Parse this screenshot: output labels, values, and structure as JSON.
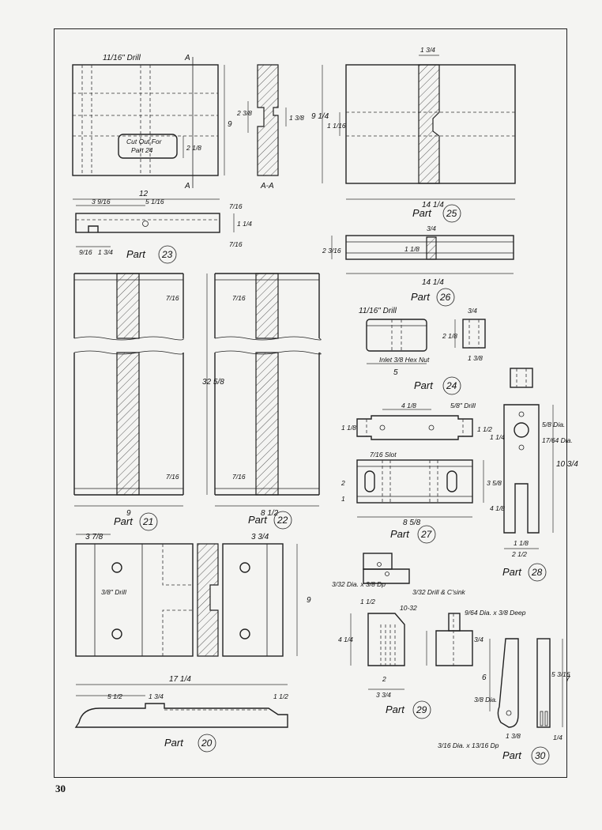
{
  "page_number": "30",
  "parts": [
    {
      "id": "23",
      "prefix": "Part",
      "number": "23"
    },
    {
      "id": "25",
      "prefix": "Part",
      "number": "25"
    },
    {
      "id": "26",
      "prefix": "Part",
      "number": "26"
    },
    {
      "id": "24",
      "prefix": "Part",
      "number": "24"
    },
    {
      "id": "21",
      "prefix": "Part",
      "number": "21"
    },
    {
      "id": "22",
      "prefix": "Part",
      "number": "22"
    },
    {
      "id": "27",
      "prefix": "Part",
      "number": "27"
    },
    {
      "id": "28",
      "prefix": "Part",
      "number": "28"
    },
    {
      "id": "29",
      "prefix": "Part",
      "number": "29"
    },
    {
      "id": "30",
      "prefix": "Part",
      "number": "30"
    },
    {
      "id": "20",
      "prefix": "Part",
      "number": "20"
    }
  ],
  "notes": {
    "drill_11_16": "11/16\" Drill",
    "cutout_line1": "Cut Out For",
    "cutout_line2": "Part 24",
    "section_a": "A",
    "section_aa": "A-A",
    "inlet_hex": "Inlet 3/8 Hex Nut",
    "slot": "7/16 Slot",
    "drill_5_8": "5/8\" Drill",
    "drill_3_8": "3/8\" Drill",
    "dia_5_8": "5/8 Dia.",
    "dia_17_64": "17/64 Dia.",
    "tap_10_32": "10-32",
    "dia_deep": "9/64 Dia. x 3/8 Deep",
    "drill_csink": "3/32 Drill & C'sink",
    "dia_dp_29": "3/32 Dia. x 3/8 Dp",
    "dia_30": "3/8 Dia.",
    "dia_dp_30": "3/16 Dia. x 13/16 Dp"
  },
  "dimensions": {
    "d9": "9",
    "d2_3_8": "2 3/8",
    "d1_3_8": "1 3/8",
    "d2_1_8": "2 1/8",
    "d1_3_4_top": "1 3/4",
    "d9_1_4": "9 1/4",
    "d1_1_16": "1 1/16",
    "d14_1_4": "14 1/4",
    "d12": "12",
    "d3_9_16": "3 9/16",
    "d5_1_16": "5 1/16",
    "d7_16": "7/16",
    "d1_1_4": "1 1/4",
    "d9_16": "9/16",
    "d1_3_4": "1 3/4",
    "d2_3_16": "2 3/16",
    "d1_1_8": "1 1/8",
    "d3_4": "3/4",
    "d14_1_4b": "14 1/4",
    "d2_1_8b": "2 1/8",
    "d5": "5",
    "d1_3_8b": "1 3/8",
    "d3_4b": "3/4",
    "d32_5_8": "32 5/8",
    "d8_1_2": "8 1/2",
    "d9b": "9",
    "d4_1_8": "4 1/8",
    "d1_1_8c": "1 1/8",
    "d1_1_2": "1 1/2",
    "d1": "1",
    "d2": "2",
    "d3_5_8": "3 5/8",
    "d8_5_8": "8 5/8",
    "d1_1_4b": "1 1/4",
    "d4_1_8b": "4 1/8",
    "d10_3_4": "10 3/4",
    "d2_1_2": "2 1/2",
    "d1_1_8d": "1 1/8",
    "d3_7_8": "3 7/8",
    "d3_3_4": "3 3/4",
    "d17_1_4": "17 1/4",
    "d5_1_2": "5 1/2",
    "d1_3_4c": "1 3/4",
    "d1_1_2b": "1 1/2",
    "d1_1_2c": "1 1/2",
    "d4_1_4": "4 1/4",
    "d2b": "2",
    "d3_3_4b": "3 3/4",
    "d3_4c": "3/4",
    "d6": "6",
    "d5_3_16": "5 3/16",
    "d7": "7",
    "d1_3_8c": "1 3/8",
    "d1_4": "1/4"
  }
}
